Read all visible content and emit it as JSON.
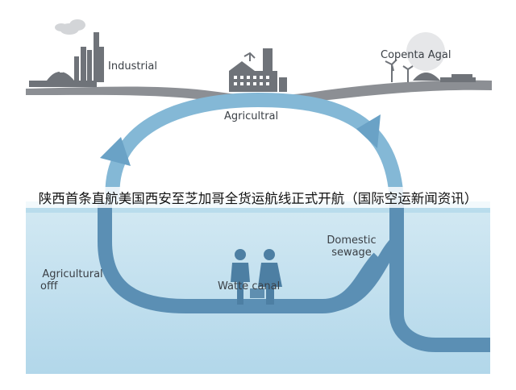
{
  "diagram": {
    "labels": {
      "industrial": "Industrial",
      "copenta": "Copenta Agal",
      "agricultral": "Agricultral",
      "agricultural_off_line1": "Agricultural",
      "agricultural_off_line2": "offf",
      "domestic_line1": "Domestic",
      "domestic_line2": "sewage",
      "waste_canal": "Watte canal"
    },
    "headline": "陕西首条直航美国西安至芝加哥全货运航线正式开航（国际空运新闻资讯）",
    "icons": [
      "factory-icon",
      "farm-building-icon",
      "power-plant-icon",
      "wind-turbine-icon",
      "people-icon",
      "cloud-icon",
      "circular-arrow"
    ],
    "colors": {
      "water_light": "#c9e3f0",
      "water_mid": "#a8d1e8",
      "arrow_light": "#82b6d4",
      "arrow_dark": "#5a8fb3",
      "skyline": "#6e7278",
      "ground": "#8a8d92",
      "text": "#3a3f45"
    }
  }
}
